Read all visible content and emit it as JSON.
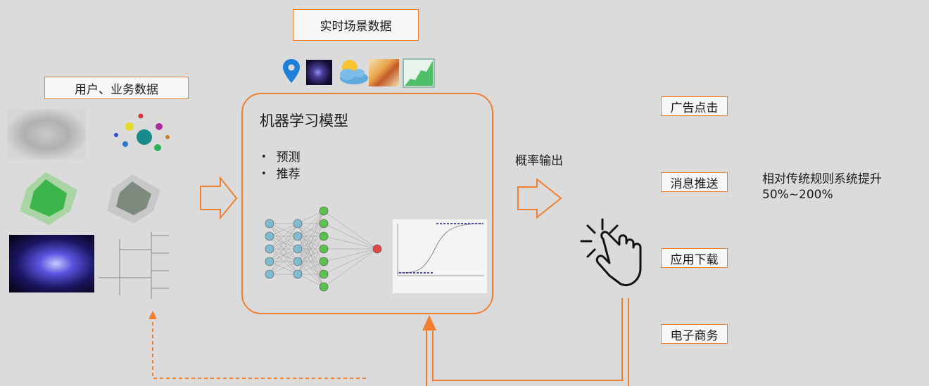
{
  "realtime_label": "实时场景数据",
  "user_data_label": "用户、业务数据",
  "model": {
    "title": "机器学习模型",
    "bullets": [
      "预测",
      "推荐"
    ]
  },
  "prob_output_label": "概率输出",
  "outputs": [
    "广告点击",
    "消息推送",
    "应用下载",
    "电子商务"
  ],
  "improvement": {
    "line1": "相对传统规则系统提升",
    "line2": "50%~200%"
  },
  "icons": [
    "location-pin-icon",
    "night-city-icon",
    "weather-icon",
    "food-icon",
    "growth-chart-icon",
    "click-hand-icon"
  ],
  "colors": {
    "accent": "#f08030",
    "background": "#dcdbdb",
    "pin": "#1e7fd6"
  }
}
